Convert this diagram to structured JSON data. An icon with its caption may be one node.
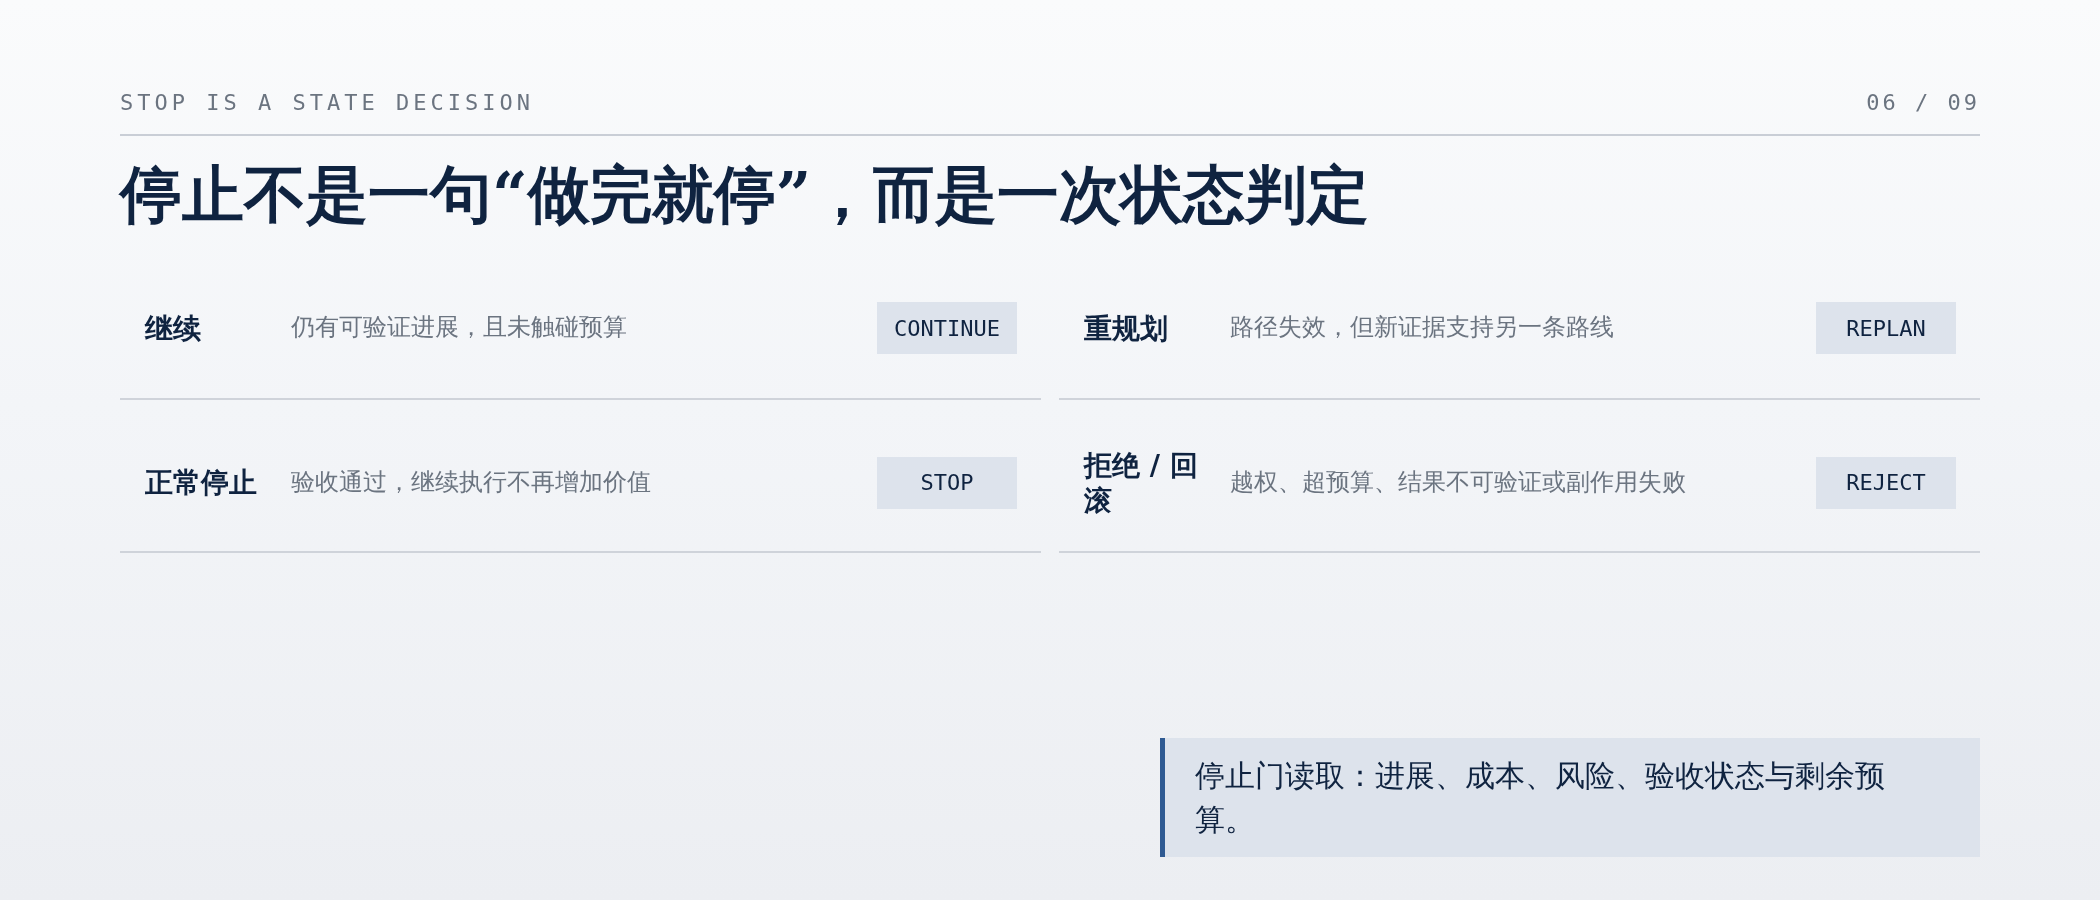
{
  "diagram": {
    "title": "停止不是一句“做完就停”，而是一次状态判定",
    "nodes": [
      {
        "text": [
          "继续",
          "仍有可验证进展，且未触碰预算"
        ]
      },
      {
        "text": [
          "CONTINUE"
        ],
        "in": 0
      },
      {
        "text": [
          "重规划",
          "路径失效，但新证据支持另一条路线"
        ]
      },
      {
        "text": [
          "REPLAN"
        ],
        "in": 2
      },
      {
        "text": [
          "正常停止",
          "验收通过，继续执行不再增加价值"
        ]
      },
      {
        "text": [
          "STOP"
        ],
        "in": 4
      },
      {
        "text": [
          "拒绝 / 回滚",
          "越权、超预算、结果不可验证或副作用失败"
        ]
      },
      {
        "text": [
          "REJECT"
        ],
        "in": 6
      },
      {
        "text": [
          "停止门读取：进展、成本、风险、验收状态与剩余预算。"
        ]
      }
    ],
    "labels": [
      "STOP IS A STATE DECISION",
      "06 / 09"
    ]
  }
}
